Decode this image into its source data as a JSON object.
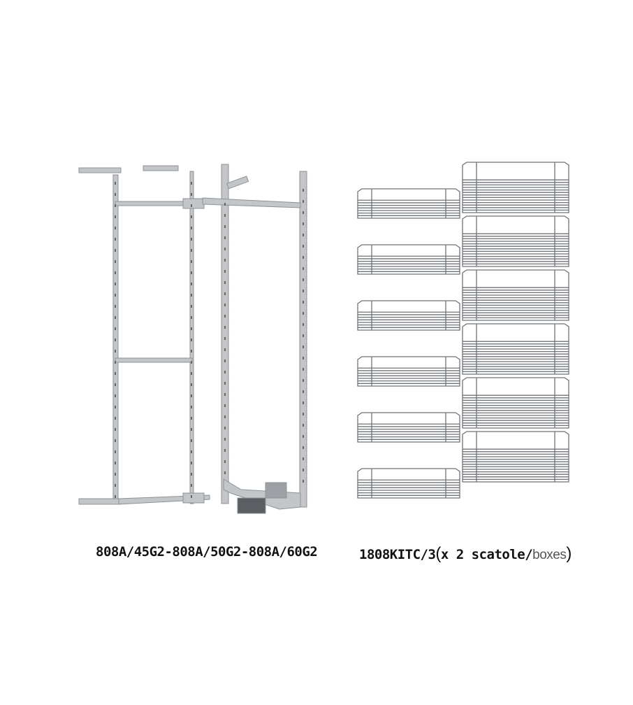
{
  "left_product": {
    "caption": "808A/45G2-808A/50G2-808A/60G2"
  },
  "right_product": {
    "code": "1808KITC/3",
    "paren_open": "(",
    "qty": "x 2 scatole/",
    "unit_en": "boxes",
    "paren_close": ")"
  },
  "colors": {
    "frame": "#b9bcbf",
    "frame_dark": "#8e9296",
    "basket_wire": "#6f7377",
    "text": "#111111"
  }
}
